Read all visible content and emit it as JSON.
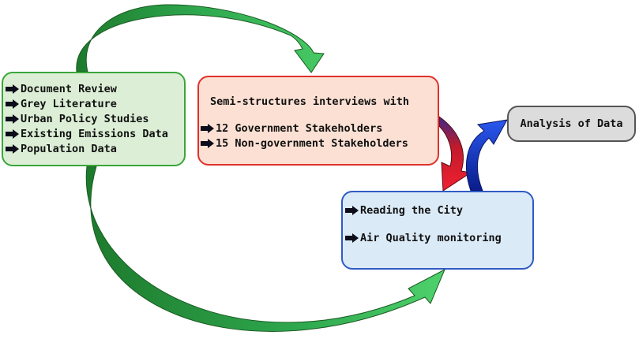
{
  "sources_box": {
    "items": [
      "Document Review",
      "Grey Literature",
      "Urban Policy Studies",
      "Existing Emissions Data",
      "Population Data"
    ]
  },
  "interviews_box": {
    "heading": "Semi-structures interviews with",
    "items": [
      "12 Government Stakeholders",
      "15 Non-government Stakeholders"
    ]
  },
  "fieldwork_box": {
    "items": [
      "Reading the City",
      "Air Quality monitoring"
    ]
  },
  "analysis_box": {
    "label": "Analysis of Data"
  },
  "colors": {
    "green_arrow": "#2fa84f",
    "red_arrow": "#e0182c",
    "blue_arrow": "#1f3fcf",
    "bullet_dark": "#0c0c1a"
  }
}
